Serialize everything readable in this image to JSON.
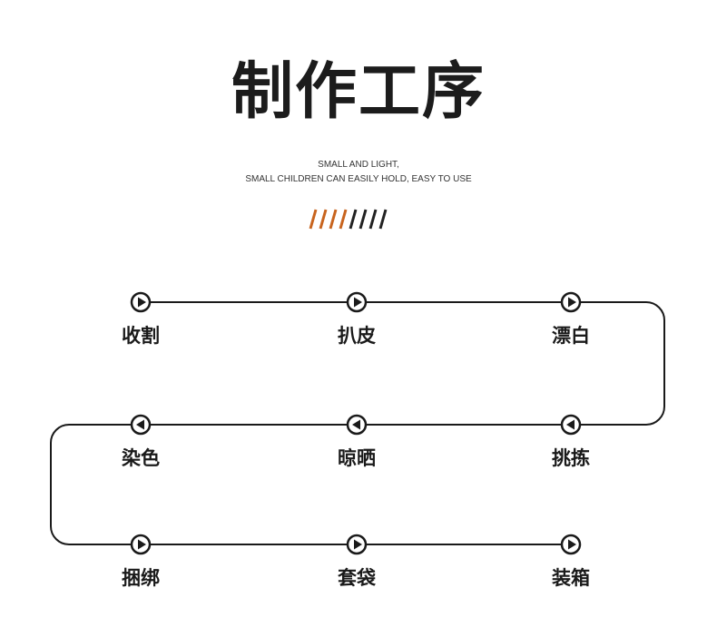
{
  "title": "制作工序",
  "subtitle_lines": [
    "SMALL AND LIGHT,",
    "SMALL CHILDREN CAN EASILY HOLD, EASY TO USE"
  ],
  "accent_colors": {
    "orange": "#c8641e",
    "dark": "#222222"
  },
  "steps": [
    {
      "label": "收割",
      "direction": "right"
    },
    {
      "label": "扒皮",
      "direction": "right"
    },
    {
      "label": "漂白",
      "direction": "right"
    },
    {
      "label": "挑拣",
      "direction": "left"
    },
    {
      "label": "晾晒",
      "direction": "left"
    },
    {
      "label": "染色",
      "direction": "left"
    },
    {
      "label": "捆绑",
      "direction": "right"
    },
    {
      "label": "套袋",
      "direction": "right"
    },
    {
      "label": "装箱",
      "direction": "right"
    }
  ]
}
